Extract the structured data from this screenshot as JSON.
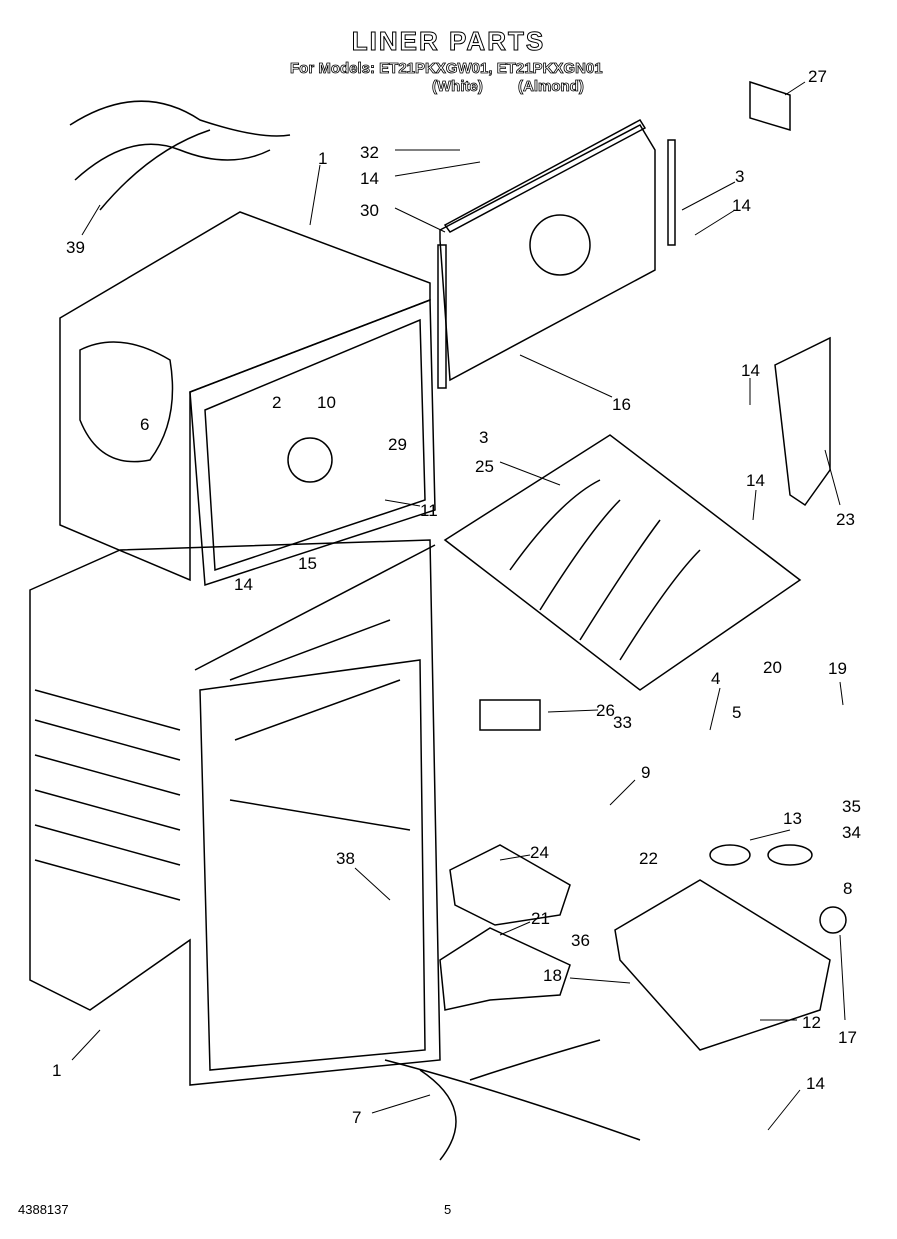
{
  "header": {
    "title": "LINER PARTS",
    "models_line": "For Models: ET21PKXGW01, ET21PKXGN01",
    "variant_white": "(White)",
    "variant_almond": "(Almond)"
  },
  "callouts": [
    "27",
    "32",
    "14",
    "30",
    "3",
    "14",
    "1",
    "39",
    "2",
    "10",
    "6",
    "29",
    "3",
    "16",
    "14",
    "25",
    "11",
    "23",
    "14",
    "14",
    "15",
    "26",
    "4",
    "5",
    "20",
    "19",
    "33",
    "9",
    "35",
    "13",
    "34",
    "24",
    "22",
    "38",
    "8",
    "21",
    "36",
    "18",
    "12",
    "17",
    "1",
    "7",
    "14"
  ],
  "footer": {
    "part_number": "4388137",
    "page_number": "5"
  }
}
